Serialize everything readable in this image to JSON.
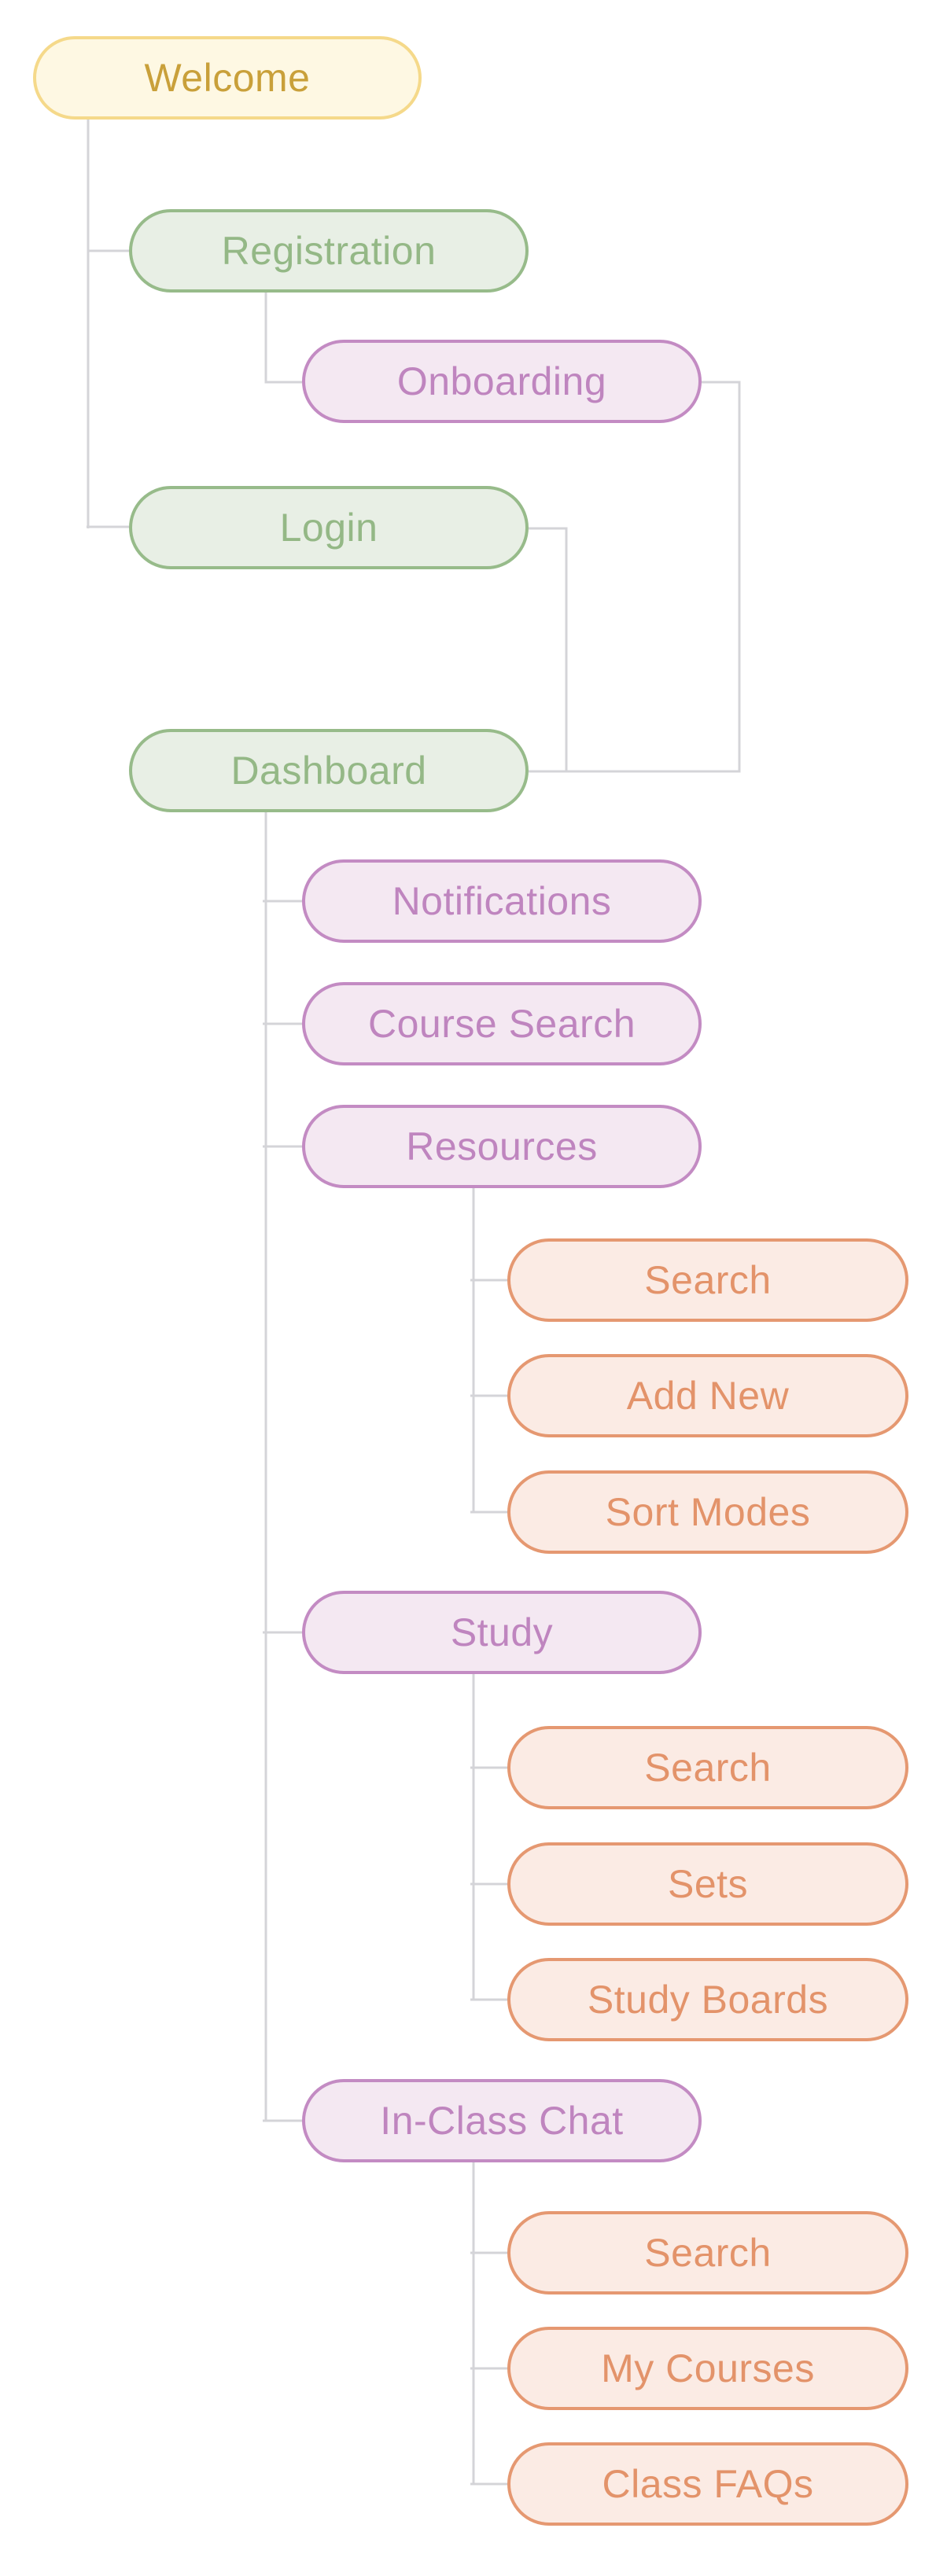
{
  "diagram": {
    "welcome": "Welcome",
    "registration": "Registration",
    "onboarding": "Onboarding",
    "login": "Login",
    "dashboard": "Dashboard",
    "notifications": "Notifications",
    "course_search": "Course Search",
    "resources": {
      "label": "Resources",
      "children": [
        "Search",
        "Add New",
        "Sort Modes"
      ]
    },
    "study": {
      "label": "Study",
      "children": [
        "Search",
        "Sets",
        "Study Boards"
      ]
    },
    "in_class_chat": {
      "label": "In-Class Chat",
      "children": [
        "Search",
        "My Courses",
        "Class FAQs"
      ]
    }
  },
  "colors": {
    "connector": "#d4d4d8",
    "level0": "#f5d98a",
    "level1": "#97bb8a",
    "level2": "#c38bc3",
    "level3": "#e59871"
  }
}
